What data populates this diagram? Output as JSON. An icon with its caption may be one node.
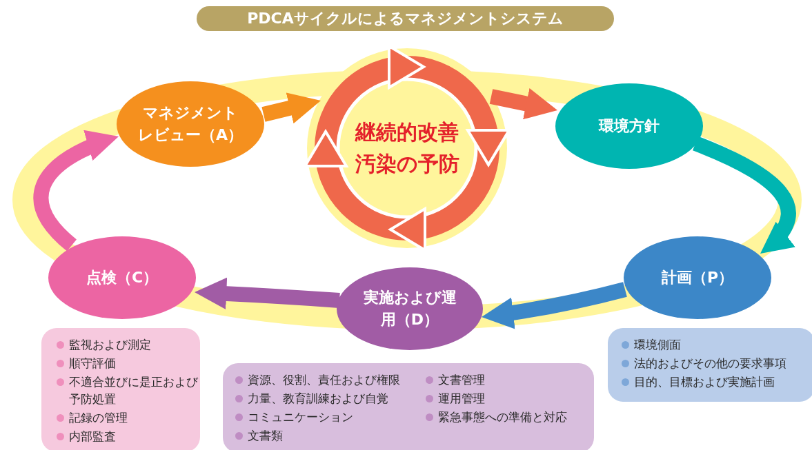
{
  "diagram": {
    "title": "PDCAサイクルによるマネジメントシステム",
    "nodes": [
      {
        "text": [
          "継続的改善",
          "汚染の予防"
        ]
      },
      {
        "text": [
          "環境方針"
        ]
      },
      {
        "text": [
          "計画（P）"
        ]
      },
      {
        "text": [
          "実施および運用（D）"
        ]
      },
      {
        "text": [
          "点検（C）"
        ]
      },
      {
        "text": [
          "マネジメントレビュー（A）"
        ]
      },
      {
        "text": [
          "監視および測定",
          "順守評価",
          "不適合並びに是正および予防処置",
          "記録の管理",
          "内部監査"
        ]
      },
      {
        "text": [
          "資源、役割、責任および権限",
          "力量、教育訓練および自覚",
          "コミュニケーション",
          "文書類",
          "文書管理",
          "運用管理",
          "緊急事態への準備と対応"
        ]
      },
      {
        "text": [
          "環境側面",
          "法的およびその他の要求事項",
          "目的、目標および実施計画"
        ]
      }
    ],
    "edges": [
      {
        "from": 5,
        "to": 0,
        "arrow": "to",
        "color": "#f5901e"
      },
      {
        "from": 0,
        "to": 1,
        "arrow": "to",
        "color": "#ef684b"
      },
      {
        "from": 1,
        "to": 2,
        "arrow": "to",
        "color": "#00b5b1"
      },
      {
        "from": 2,
        "to": 3,
        "arrow": "to",
        "color": "#3c87c8"
      },
      {
        "from": 3,
        "to": 4,
        "arrow": "to",
        "color": "#a15ca5"
      },
      {
        "from": 4,
        "to": 5,
        "arrow": "to",
        "color": "#ec65a3"
      }
    ]
  }
}
